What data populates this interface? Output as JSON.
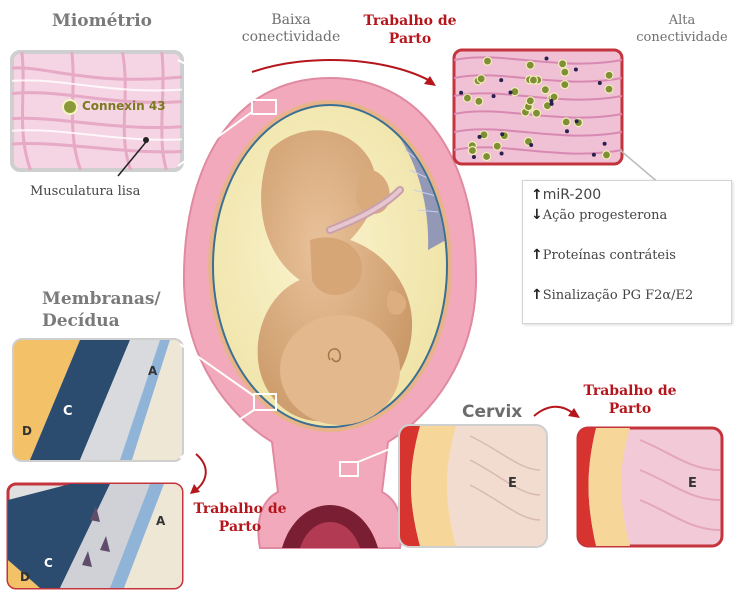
{
  "myometrium": {
    "title": "Miométrio",
    "connexin_label": "Connexin 43",
    "smooth_muscle_label": "Musculatura lisa",
    "low_connectivity_line1": "Baixa",
    "low_connectivity_line2": "conectividade",
    "labor_line1": "Trabalho de",
    "labor_line2": "Parto",
    "high_connectivity_line1": "Alta",
    "high_connectivity_line2": "conectividade"
  },
  "changes_box": {
    "items": [
      {
        "arrow": "↑",
        "text": "miR-200"
      },
      {
        "arrow": "↓",
        "text": "Ação progesterona"
      },
      {
        "arrow": "↑",
        "text": "Proteínas contráteis"
      },
      {
        "arrow": "↑",
        "text": "Sinalização PG F2α/E2"
      }
    ]
  },
  "membranes": {
    "title_line1": "Membranas/",
    "title_line2": "Decídua",
    "layer_d": "D",
    "layer_c": "C",
    "layer_a": "A",
    "labor_line1": "Trabalho de",
    "labor_line2": "Parto"
  },
  "cervix": {
    "title": "Cervix",
    "layer_e": "E",
    "labor_line1": "Trabalho de",
    "labor_line2": "Parto"
  },
  "colors": {
    "uterus": "#f2a9bb",
    "labor_red": "#b5161c",
    "tissue_pink": "#f3c9d9"
  }
}
